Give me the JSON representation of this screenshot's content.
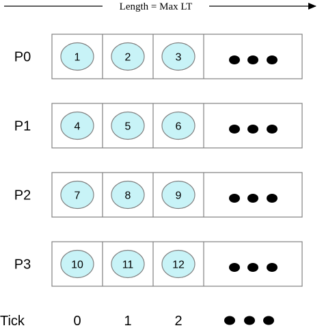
{
  "header": {
    "text": "Length = Max LT"
  },
  "rows": [
    {
      "label": "P0",
      "cells": [
        "1",
        "2",
        "3"
      ]
    },
    {
      "label": "P1",
      "cells": [
        "4",
        "5",
        "6"
      ]
    },
    {
      "label": "P2",
      "cells": [
        "7",
        "8",
        "9"
      ]
    },
    {
      "label": "P3",
      "cells": [
        "10",
        "11",
        "12"
      ]
    }
  ],
  "tick_axis": {
    "label": "Tick",
    "ticks": [
      "0",
      "1",
      "2"
    ]
  },
  "colors": {
    "circle_fill": "#c8f3f7",
    "circle_stroke": "#808080",
    "box_stroke": "#808080",
    "dot": "#000000",
    "arrow": "#000000"
  }
}
